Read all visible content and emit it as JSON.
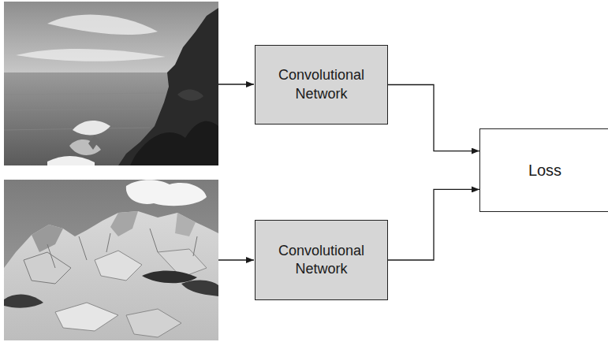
{
  "diagram": {
    "nodes": [
      {
        "text": [
          "Convolutional Network"
        ]
      },
      {
        "text": [
          "Convolutional Network"
        ]
      },
      {
        "text": [
          "Loss"
        ]
      }
    ],
    "edges": [
      {
        "from": 0,
        "to": 2,
        "arrow": "to"
      },
      {
        "from": 1,
        "to": 2,
        "arrow": "to"
      }
    ]
  }
}
